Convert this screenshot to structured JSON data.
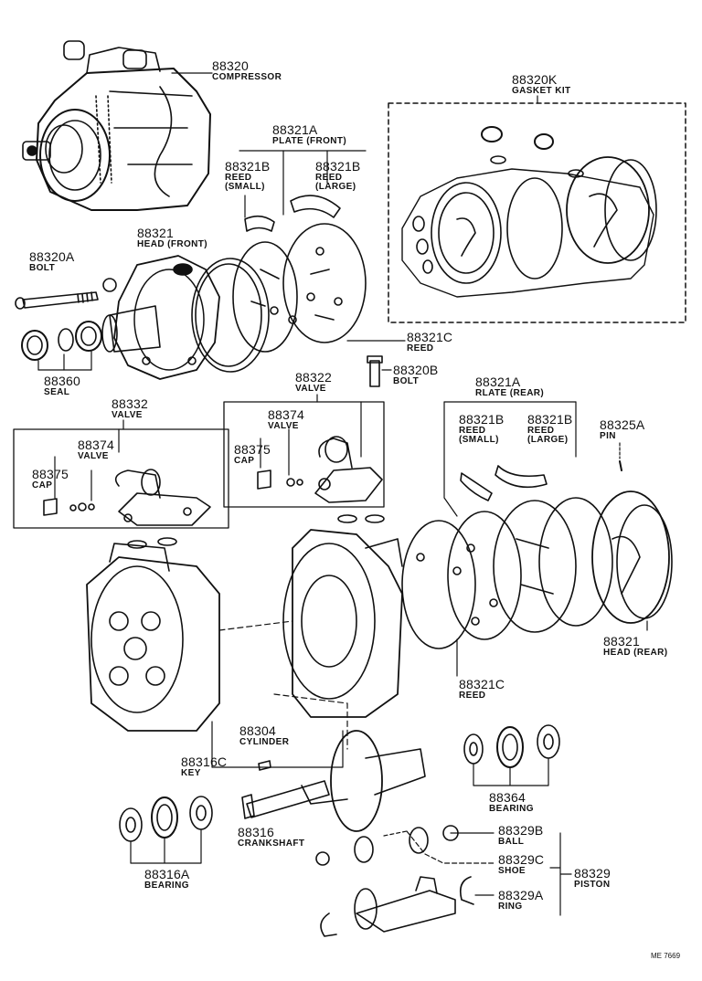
{
  "parts": {
    "p88320": {
      "number": "88320",
      "name": "COMPRESSOR"
    },
    "p88320k": {
      "number": "88320K",
      "name": "GASKET KIT"
    },
    "p88321a_front": {
      "number": "88321A",
      "name": "PLATE (FRONT)"
    },
    "p88321b_small_front": {
      "number": "88321B",
      "name1": "REED",
      "name2": "(SMALL)"
    },
    "p88321b_large_front": {
      "number": "88321B",
      "name1": "REED",
      "name2": "(LARGE)"
    },
    "p88321_front": {
      "number": "88321",
      "name": "HEAD (FRONT)"
    },
    "p88320a": {
      "number": "88320A",
      "name": "BOLT"
    },
    "p88360": {
      "number": "88360",
      "name": "SEAL"
    },
    "p88321c_top": {
      "number": "88321C",
      "name": "REED"
    },
    "p88320b": {
      "number": "88320B",
      "name": "BOLT"
    },
    "p88322": {
      "number": "88322",
      "name": "VALVE"
    },
    "p88374_right": {
      "number": "88374",
      "name": "VALVE"
    },
    "p88375_right": {
      "number": "88375",
      "name": "CAP"
    },
    "p88332": {
      "number": "88332",
      "name": "VALVE"
    },
    "p88374_left": {
      "number": "88374",
      "name": "VALVE"
    },
    "p88375_left": {
      "number": "88375",
      "name": "CAP"
    },
    "p88321a_rear": {
      "number": "88321A",
      "name": "RLATE (REAR)"
    },
    "p88321b_small_rear": {
      "number": "88321B",
      "name1": "REED",
      "name2": "(SMALL)"
    },
    "p88321b_large_rear": {
      "number": "88321B",
      "name1": "REED",
      "name2": "(LARGE)"
    },
    "p88325a": {
      "number": "88325A",
      "name": "PIN"
    },
    "p88321_rear": {
      "number": "88321",
      "name": "HEAD (REAR)"
    },
    "p88321c_bottom": {
      "number": "88321C",
      "name": "REED"
    },
    "p88304": {
      "number": "88304",
      "name": "CYLINDER"
    },
    "p88316c": {
      "number": "88316C",
      "name": "KEY"
    },
    "p88364": {
      "number": "88364",
      "name": "BEARING"
    },
    "p88316": {
      "number": "88316",
      "name": "CRANKSHAFT"
    },
    "p88316a": {
      "number": "88316A",
      "name": "BEARING"
    },
    "p88329b": {
      "number": "88329B",
      "name": "BALL"
    },
    "p88329c": {
      "number": "88329C",
      "name": "SHOE"
    },
    "p88329": {
      "number": "88329",
      "name": "PISTON"
    },
    "p88329a": {
      "number": "88329A",
      "name": "RING"
    }
  },
  "reference_code": "ME 7669"
}
